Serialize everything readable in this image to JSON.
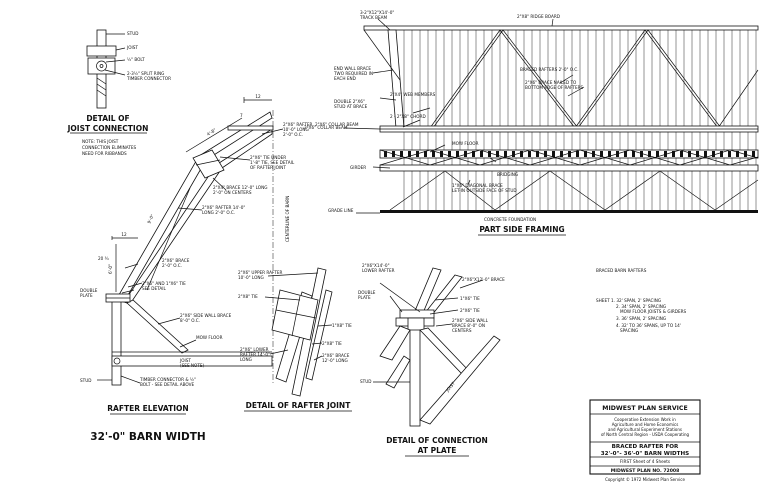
{
  "joist_detail": {
    "labels": [
      "STUD",
      "JOIST",
      "½\" BOLT",
      "2-3½\" SPLIT RING",
      "TIMBER CONNECTOR"
    ],
    "title_1": "DETAIL OF",
    "title_2": "JOIST CONNECTION",
    "note_1": "NOTE: THIS JOIST",
    "note_2": "CONNECTION ELIMINATES",
    "note_3": "NEED FOR RIBBANDS"
  },
  "rafter_elevation": {
    "dims": [
      "12",
      "4'-8\"",
      "7",
      "9'-0\"",
      "12",
      "20 ¾",
      "6'-0\""
    ],
    "labels": [
      "2\"X6\" RAFTER",
      "10'-0\" LONG",
      "2'-0\" O.C.",
      "2\"X6\" COLLAR BEAM",
      "2\"X6\" TIE UNDER",
      "1'-8\" TIE, SEE DETAIL",
      "OF RAFTER JOINT",
      "2\"X4\" BRACE 12'-0\" LONG",
      "2'-0\" ON CENTERS",
      "2\"X6\" RAFTER 14'-0\"",
      "LONG 2'-0\" O.C.",
      "CENTERLINE OF BARN",
      "2\"X6\" BRACE",
      "2'-0\" O.C.",
      "DOUBLE",
      "PLATE",
      "2\"X6\" AND 1\"X6\" TIE",
      "SEE DETAIL",
      "2\"X6\" SIDE WALL BRACE",
      "8'-0\" O.C.",
      "MOW FLOOR",
      "JOIST",
      "(SEE NOTE)",
      "STUD",
      "TIMBER CONNECTOR & ½\"",
      "BOLT - SEE DETAIL ABOVE"
    ],
    "title": "RAFTER ELEVATION",
    "width_label": "32'-0\"  BARN WIDTH"
  },
  "part_side_framing": {
    "labels": [
      "3-2\"X12\"X14'-0\"",
      "TRACK BEAM",
      "2\"X8\" RIDGE BOARD",
      "END WALL BRACE",
      "TWO REQUIRED IN",
      "EACH END",
      "BRACED RAFTERS 2'-0\" O.C.",
      "2\"X6\" BRACE NAILED TO",
      "BOTTOM EDGE OF RAFTERS",
      "2\"X4\" WEB MEMBERS",
      "DOUBLE 2\"X6\"",
      "STUD AT BRACE",
      "2 - 2\"X8\" CHORD",
      "2\"X6\" COLLAR BEAM",
      "MOW FLOOR",
      "GIRDER",
      "BRIDGING",
      "1\"X6\" DIAGONAL BRACE",
      "LET-IN OUTSIDE FACE OF STUD",
      "GRADE LINE",
      "CONCRETE FOUNDATION"
    ],
    "title": "PART SIDE FRAMING"
  },
  "rafter_joint": {
    "labels": [
      "2\"X6\" UPPER RAFTER",
      "10'-0\" LONG",
      "2\"X8\" TIE",
      "1\"X8\" TIE",
      "2\"X8\" TIE",
      "2\"X6\" BRACE",
      "12'-0\" LONG",
      "2\"X6\" LOWER",
      "RAFTER 14'-0\"",
      "LONG"
    ],
    "title": "DETAIL OF RAFTER JOINT"
  },
  "plate_detail": {
    "labels": [
      "2\"X6\"X14'-0\"",
      "LOWER RAFTER",
      "2\"X6\"X12'-0\" BRACE",
      "DOUBLE",
      "PLATE",
      "1\"X6\" TIE",
      "2\"X6\" TIE",
      "2\"X6\" SIDE WALL",
      "BRACE 8'-0\" ON",
      "CENTERS",
      "STUD",
      "JOIST"
    ],
    "title_1": "DETAIL OF CONNECTION",
    "title_2": "AT PLATE"
  },
  "notes": {
    "heading": "BRACED BARN RAFTERS",
    "lines": [
      "SHEET 1.  32' SPAN, 2' SPACING",
      "2.  34' SPAN, 2' SPACING",
      "MOW FLOOR JOISTS & GIRDERS",
      "3.  36' SPAN, 2' SPACING",
      "4.  32' TO 36' SPANS, UP TO 14'",
      "SPACING"
    ]
  },
  "title_block": {
    "org": "MIDWEST PLAN SERVICE",
    "sub": [
      "Cooperative Extension Work in",
      "Agriculture and Home Economics",
      "and Agricultural Experiment Stations",
      "of North Central Region - USDA Cooperating"
    ],
    "drawing_1": "BRACED RAFTER FOR",
    "drawing_2": "32'-0\"- 36'-0\" BARN WIDTHS",
    "sheet": "FIRST  Sheet  of 4 Sheets",
    "plan_no": "MIDWEST PLAN NO. 72008",
    "copyright": "Copyright © 1972 Midwest Plan Service"
  }
}
